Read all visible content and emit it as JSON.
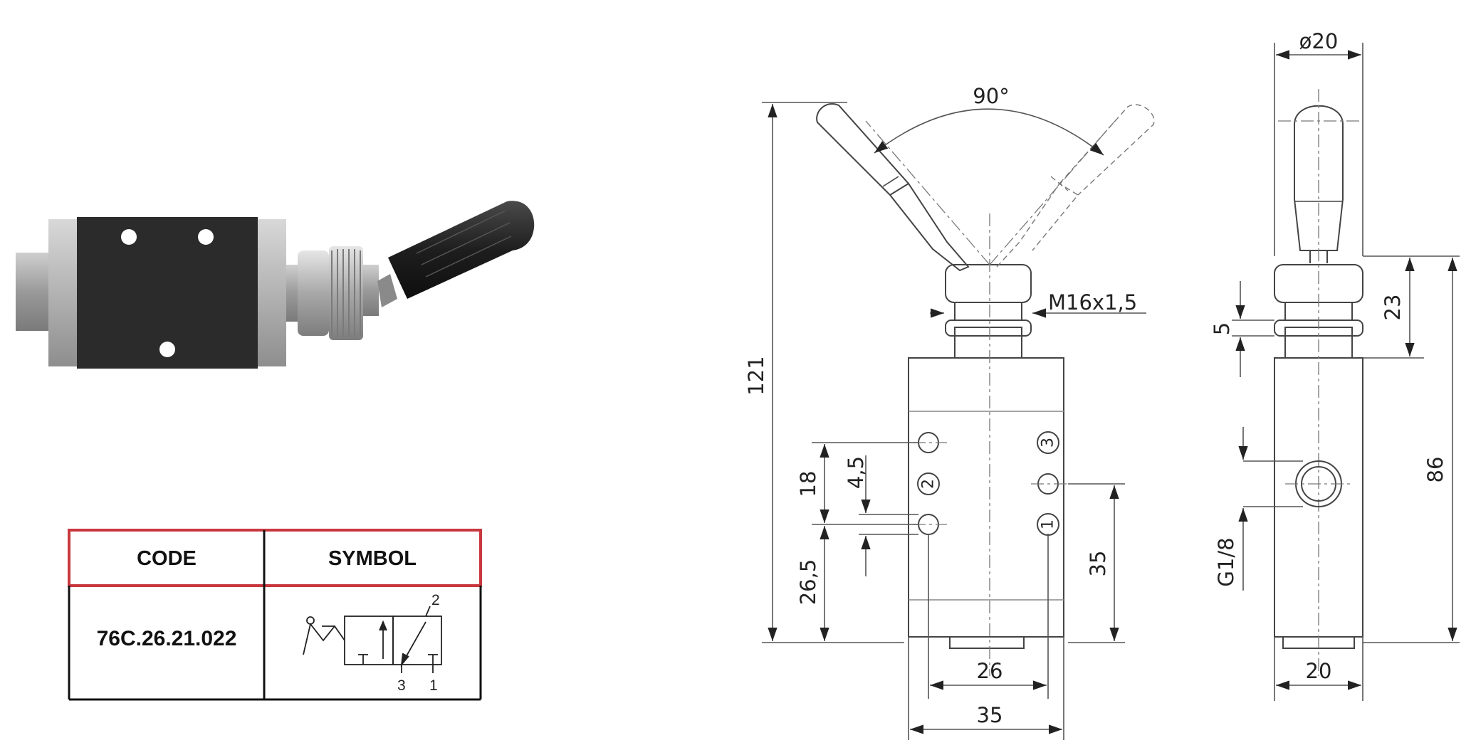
{
  "table": {
    "code_header": "CODE",
    "symbol_header": "SYMBOL",
    "code_value": "76C.26.21.022",
    "symbol_ports": {
      "top": "2",
      "bottom_left": "3",
      "bottom_right": "1"
    }
  },
  "dimensions": {
    "angle": "90°",
    "thread": "M16x1,5",
    "height_total": "121",
    "d18": "18",
    "d4_5": "4,5",
    "d26_5": "26,5",
    "d35_vertical": "35",
    "d26_width": "26",
    "d35_width": "35",
    "diameter": "ø20",
    "d5": "5",
    "d23": "23",
    "d86": "86",
    "port_thread": "G1/8",
    "d20_width": "20"
  },
  "ports": {
    "p1": "1",
    "p2": "2",
    "p3": "3"
  },
  "colors": {
    "table_header_border": "#c8383e",
    "body": "#2b2b2b",
    "endcap": "#bdbdbd"
  }
}
